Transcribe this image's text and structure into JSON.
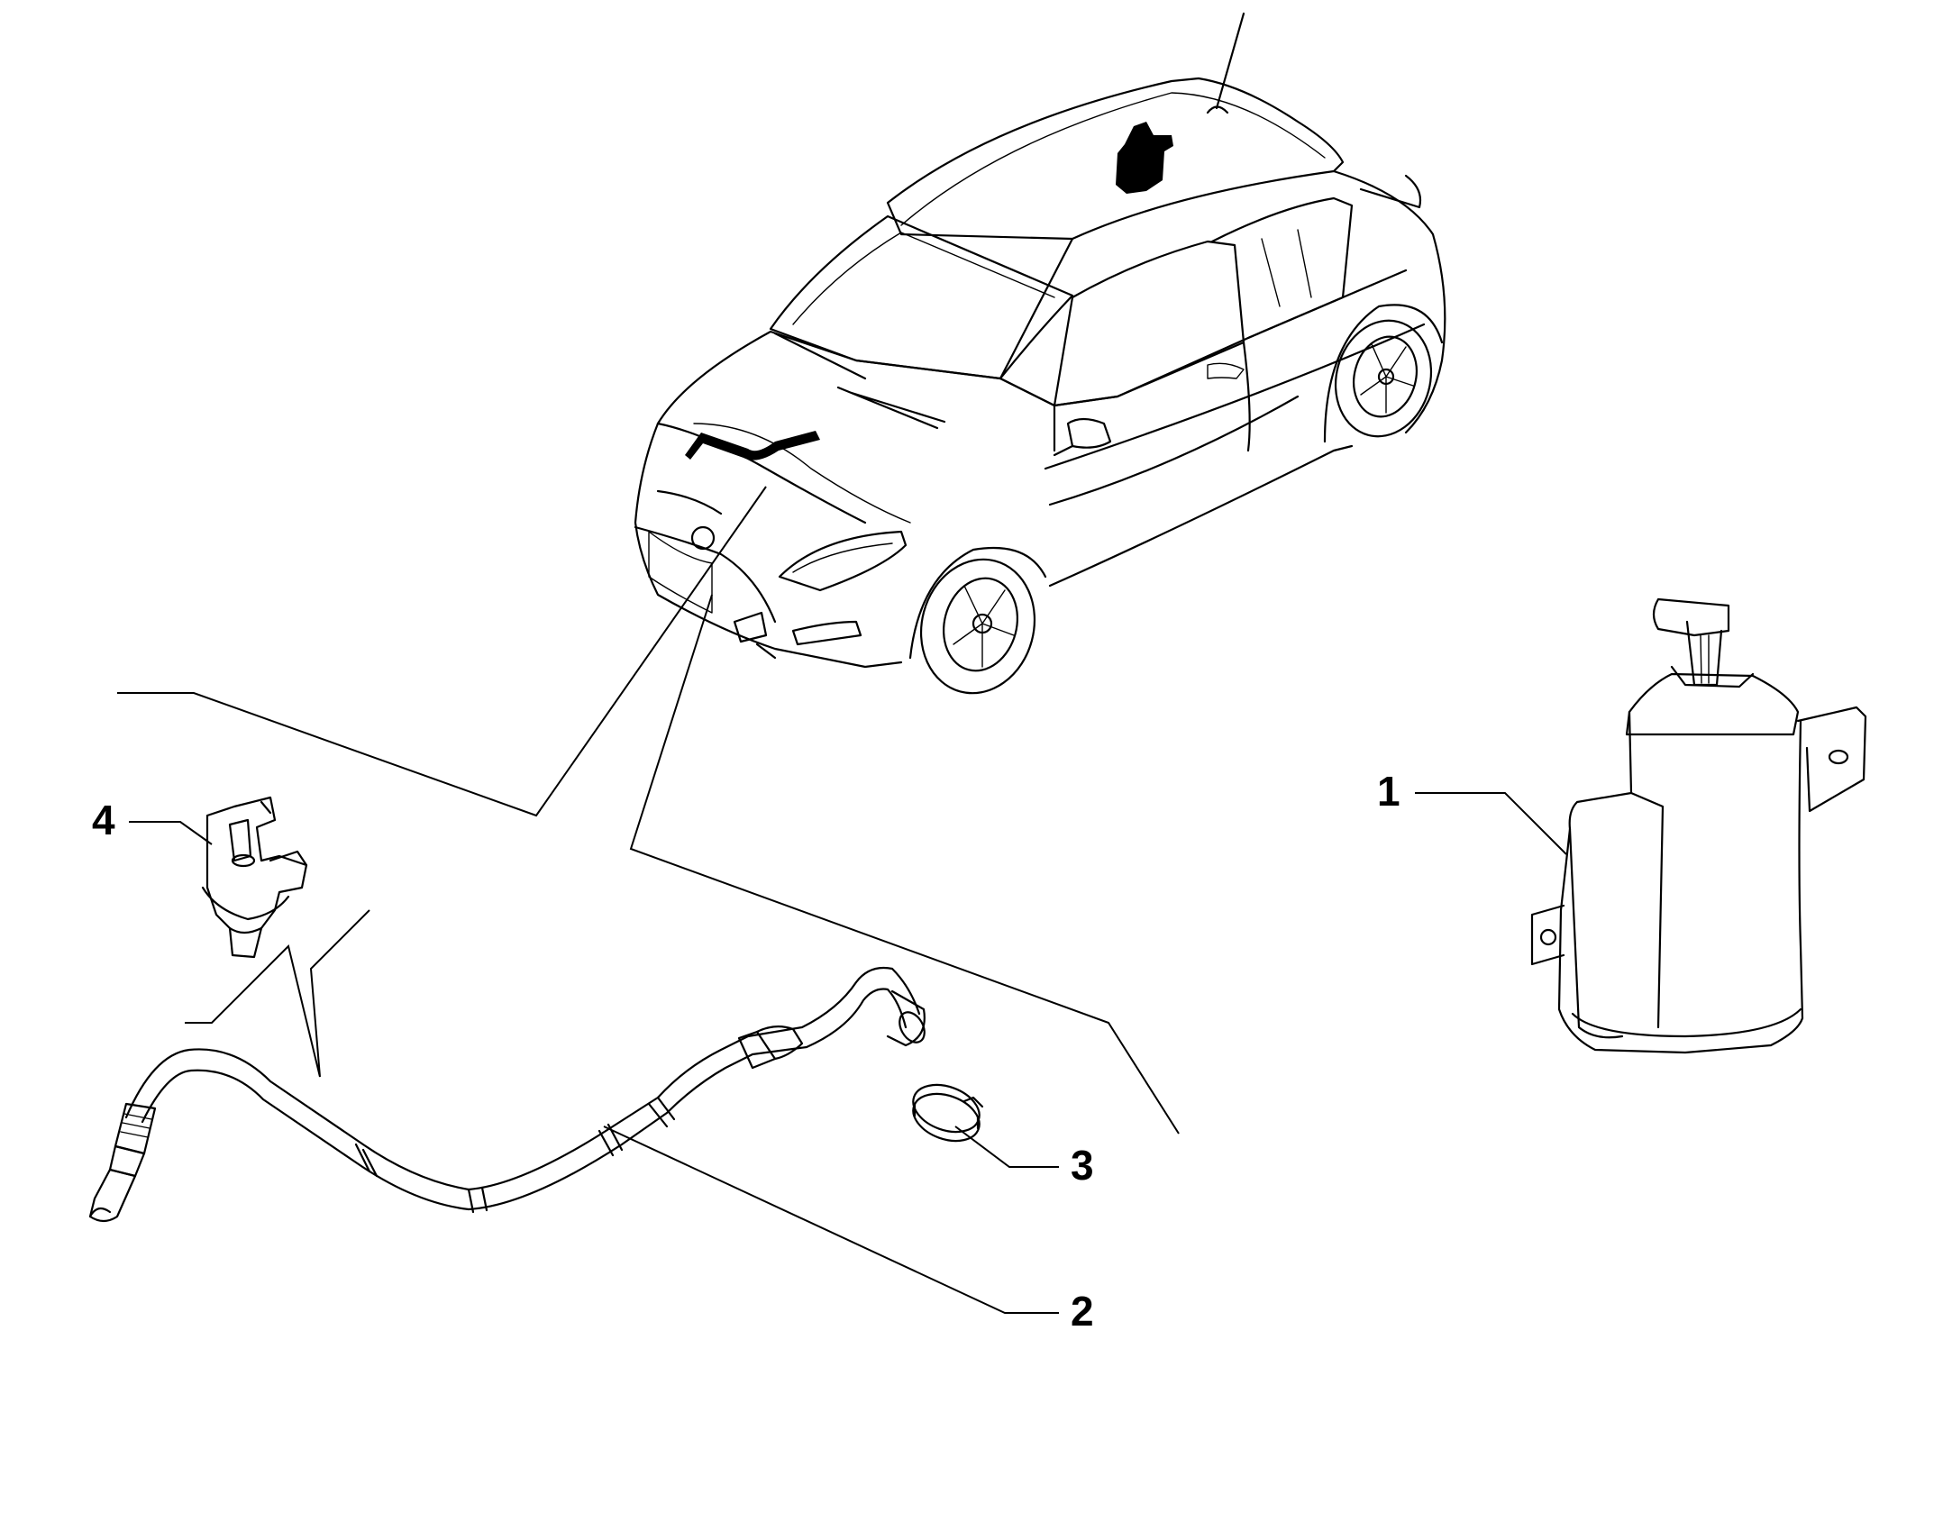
{
  "parts": [
    {
      "number": "1",
      "depicts": "canister"
    },
    {
      "number": "2",
      "depicts": "hose"
    },
    {
      "number": "3",
      "depicts": "clamp"
    },
    {
      "number": "4",
      "depicts": "clip"
    }
  ]
}
